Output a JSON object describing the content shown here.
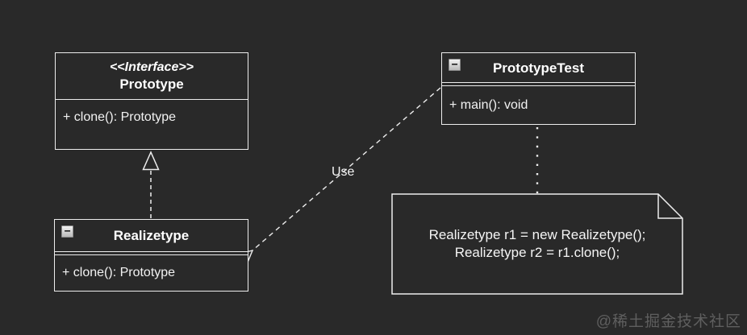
{
  "canvas": {
    "background": "#292929",
    "stroke_color": "#ededed",
    "text_color": "#f2f2f2"
  },
  "interface_box": {
    "stereotype": "<<Interface>>",
    "name": "Prototype",
    "methods": [
      "+ clone(): Prototype"
    ]
  },
  "test_class": {
    "name": "PrototypeTest",
    "methods": [
      "+ main(): void"
    ],
    "collapse_glyph": "−"
  },
  "impl_class": {
    "name": "Realizetype",
    "methods": [
      "+ clone(): Prototype"
    ],
    "collapse_glyph": "−"
  },
  "note": {
    "line1": "Realizetype r1 = new Realizetype();",
    "line2": "Realizetype r2 = r1.clone();"
  },
  "edges": {
    "use_label": "Use"
  },
  "watermark": "@稀土掘金技术社区"
}
